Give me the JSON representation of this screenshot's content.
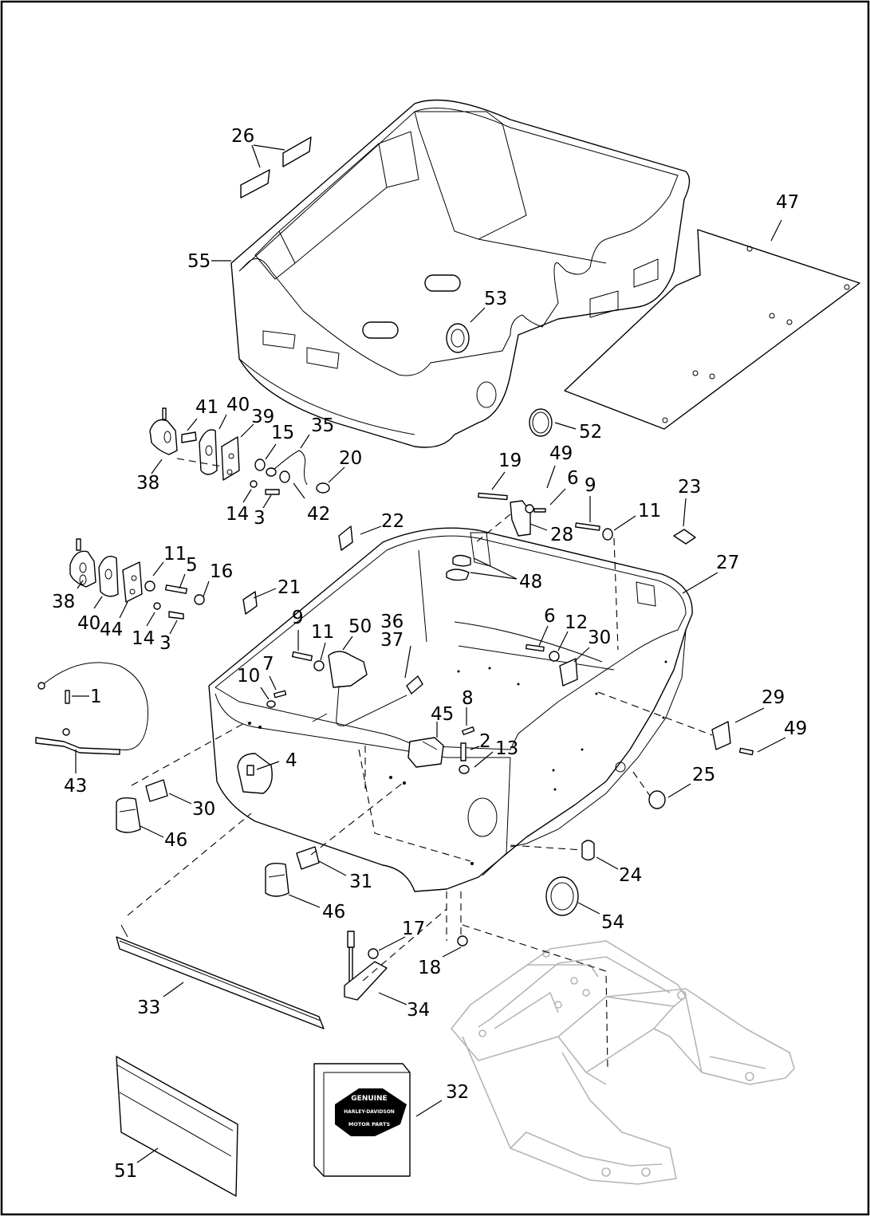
{
  "diagram": {
    "callouts": [
      {
        "id": "26",
        "label": "26"
      },
      {
        "id": "55",
        "label": "55"
      },
      {
        "id": "47",
        "label": "47"
      },
      {
        "id": "53",
        "label": "53"
      },
      {
        "id": "41",
        "label": "41"
      },
      {
        "id": "40a",
        "label": "40"
      },
      {
        "id": "39",
        "label": "39"
      },
      {
        "id": "15",
        "label": "15"
      },
      {
        "id": "35",
        "label": "35"
      },
      {
        "id": "20",
        "label": "20"
      },
      {
        "id": "52",
        "label": "52"
      },
      {
        "id": "38a",
        "label": "38"
      },
      {
        "id": "14a",
        "label": "14"
      },
      {
        "id": "3a",
        "label": "3"
      },
      {
        "id": "42",
        "label": "42"
      },
      {
        "id": "19",
        "label": "19"
      },
      {
        "id": "49a",
        "label": "49"
      },
      {
        "id": "6a",
        "label": "6"
      },
      {
        "id": "9a",
        "label": "9"
      },
      {
        "id": "23",
        "label": "23"
      },
      {
        "id": "11a",
        "label": "11"
      },
      {
        "id": "22",
        "label": "22"
      },
      {
        "id": "28",
        "label": "28"
      },
      {
        "id": "27",
        "label": "27"
      },
      {
        "id": "11b",
        "label": "11"
      },
      {
        "id": "5",
        "label": "5"
      },
      {
        "id": "16",
        "label": "16"
      },
      {
        "id": "38b",
        "label": "38"
      },
      {
        "id": "48",
        "label": "48"
      },
      {
        "id": "21",
        "label": "21"
      },
      {
        "id": "40b",
        "label": "40"
      },
      {
        "id": "44",
        "label": "44"
      },
      {
        "id": "14b",
        "label": "14"
      },
      {
        "id": "3b",
        "label": "3"
      },
      {
        "id": "9b",
        "label": "9"
      },
      {
        "id": "36",
        "label": "36"
      },
      {
        "id": "37",
        "label": "37"
      },
      {
        "id": "50",
        "label": "50"
      },
      {
        "id": "11c",
        "label": "11"
      },
      {
        "id": "6b",
        "label": "6"
      },
      {
        "id": "12",
        "label": "12"
      },
      {
        "id": "30a",
        "label": "30"
      },
      {
        "id": "7",
        "label": "7"
      },
      {
        "id": "10",
        "label": "10"
      },
      {
        "id": "1",
        "label": "1"
      },
      {
        "id": "8",
        "label": "8"
      },
      {
        "id": "29",
        "label": "29"
      },
      {
        "id": "45",
        "label": "45"
      },
      {
        "id": "49b",
        "label": "49"
      },
      {
        "id": "2",
        "label": "2"
      },
      {
        "id": "13",
        "label": "13"
      },
      {
        "id": "4",
        "label": "4"
      },
      {
        "id": "43",
        "label": "43"
      },
      {
        "id": "25",
        "label": "25"
      },
      {
        "id": "30b",
        "label": "30"
      },
      {
        "id": "46a",
        "label": "46"
      },
      {
        "id": "24",
        "label": "24"
      },
      {
        "id": "31",
        "label": "31"
      },
      {
        "id": "46b",
        "label": "46"
      },
      {
        "id": "54",
        "label": "54"
      },
      {
        "id": "17",
        "label": "17"
      },
      {
        "id": "18",
        "label": "18"
      },
      {
        "id": "33",
        "label": "33"
      },
      {
        "id": "34",
        "label": "34"
      },
      {
        "id": "32",
        "label": "32"
      },
      {
        "id": "51",
        "label": "51"
      }
    ],
    "logo": {
      "line1": "GENUINE",
      "line2": "HARLEY-DAVIDSON",
      "line3": "MOTOR PARTS"
    },
    "colors": {
      "ink": "#000000",
      "ghost": "#b5b5b5",
      "paper": "#ffffff"
    }
  }
}
